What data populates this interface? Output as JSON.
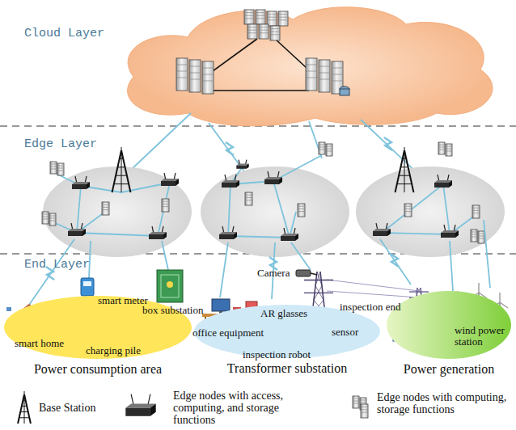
{
  "diagram": {
    "nodes": [
      {
        "text": [
          "Cloud Layer"
        ]
      },
      {
        "text": [
          "Edge Layer"
        ]
      },
      {
        "text": [
          "End Layer"
        ]
      },
      {
        "text": [
          "Power consumption area"
        ],
        "in": 2
      },
      {
        "text": [
          "Transformer substation"
        ],
        "in": 2
      },
      {
        "text": [
          "Power generation"
        ],
        "in": 2
      }
    ],
    "labels": [
      "smart meter",
      "smart home",
      "charging pile",
      "box substation",
      "Camera",
      "AR glasses",
      "office equipment",
      "sensor",
      "inspection robot",
      "inspection end",
      "wind power station"
    ],
    "legend": [
      {
        "text": "Base Station"
      },
      {
        "text": "Edge nodes with access, computing, and storage functions"
      },
      {
        "text": "Edge nodes with computing, storage functions"
      }
    ]
  }
}
